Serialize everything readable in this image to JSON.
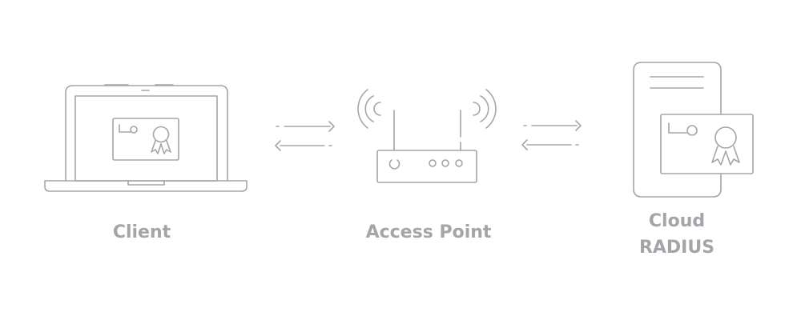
{
  "nodes": {
    "client": {
      "label": "Client",
      "icon": "laptop-certificate-icon"
    },
    "access_point": {
      "label": "Access Point",
      "icon": "wifi-router-icon"
    },
    "cloud_radius": {
      "label_lines": [
        "Cloud",
        "RADIUS"
      ],
      "icon": "server-certificate-icon"
    }
  },
  "connections": [
    {
      "from": "client",
      "to": "access_point",
      "direction": "bidirectional"
    },
    {
      "from": "access_point",
      "to": "cloud_radius",
      "direction": "bidirectional"
    }
  ],
  "colors": {
    "stroke": "#a3a5a8",
    "label": "#a3a5a8",
    "background": "#ffffff"
  }
}
